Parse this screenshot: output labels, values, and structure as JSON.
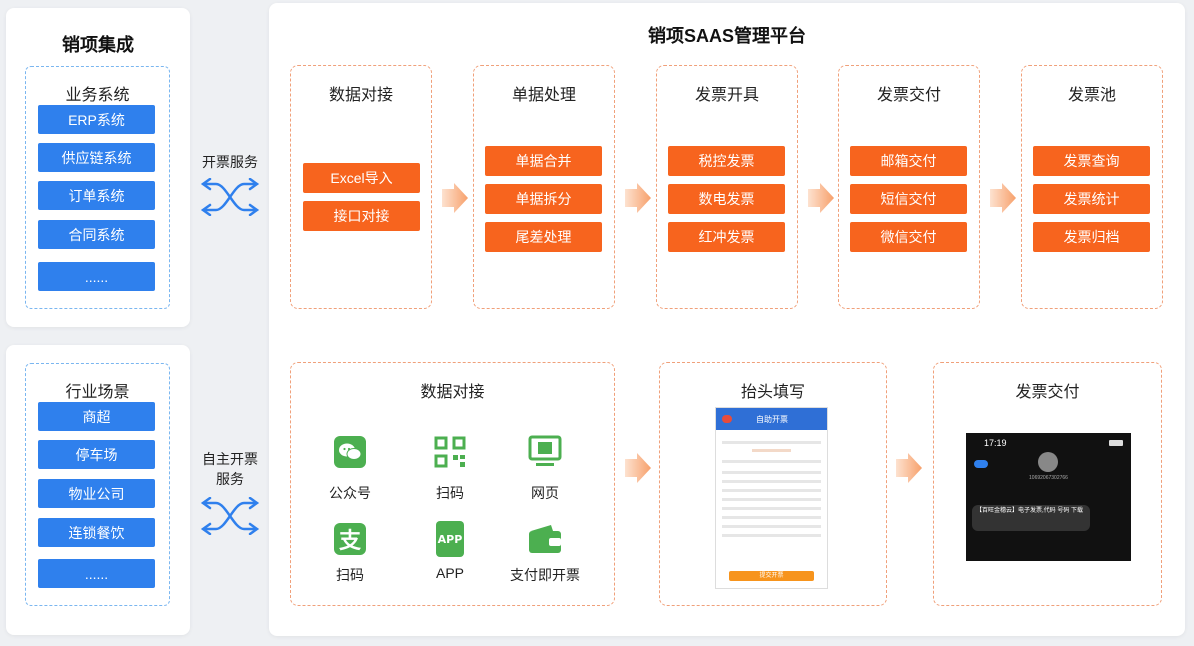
{
  "left": {
    "title": "销项集成",
    "business": {
      "title": "业务系统",
      "items": [
        "ERP系统",
        "供应链系统",
        "订单系统",
        "合同系统",
        "......"
      ]
    },
    "industry": {
      "title": "行业场景",
      "items": [
        "商超",
        "停车场",
        "物业公司",
        "连锁餐饮",
        "......"
      ]
    }
  },
  "middle": {
    "top_label": "开票服务",
    "bottom_label_line1": "自主开票",
    "bottom_label_line2": "服务"
  },
  "platform": {
    "title": "销项SAAS管理平台",
    "columns": [
      {
        "title": "数据对接",
        "items": [
          "Excel导入",
          "接口对接"
        ]
      },
      {
        "title": "单据处理",
        "items": [
          "单据合并",
          "单据拆分",
          "尾差处理"
        ]
      },
      {
        "title": "发票开具",
        "items": [
          "税控发票",
          "数电发票",
          "红冲发票"
        ]
      },
      {
        "title": "发票交付",
        "items": [
          "邮箱交付",
          "短信交付",
          "微信交付"
        ]
      },
      {
        "title": "发票池",
        "items": [
          "发票查询",
          "发票统计",
          "发票归档"
        ]
      }
    ],
    "bottom": {
      "connect": {
        "title": "数据对接",
        "icons": [
          {
            "label": "公众号",
            "icon": "wechat-icon"
          },
          {
            "label": "扫码",
            "icon": "qrcode-icon"
          },
          {
            "label": "网页",
            "icon": "webpage-icon"
          },
          {
            "label": "扫码",
            "icon": "alipay-icon"
          },
          {
            "label": "APP",
            "icon": "app-icon"
          },
          {
            "label": "支付即开票",
            "icon": "wallet-icon"
          }
        ]
      },
      "header": {
        "title": "抬头填写",
        "form_banner": "自助开票",
        "form_submit": "提交开票"
      },
      "delivery": {
        "title": "发票交付",
        "phone_time": "17:19",
        "phone_number": "10692067302766",
        "sms_text": "【百旺金穗云】电子发票,代码 号码 下载"
      }
    }
  }
}
